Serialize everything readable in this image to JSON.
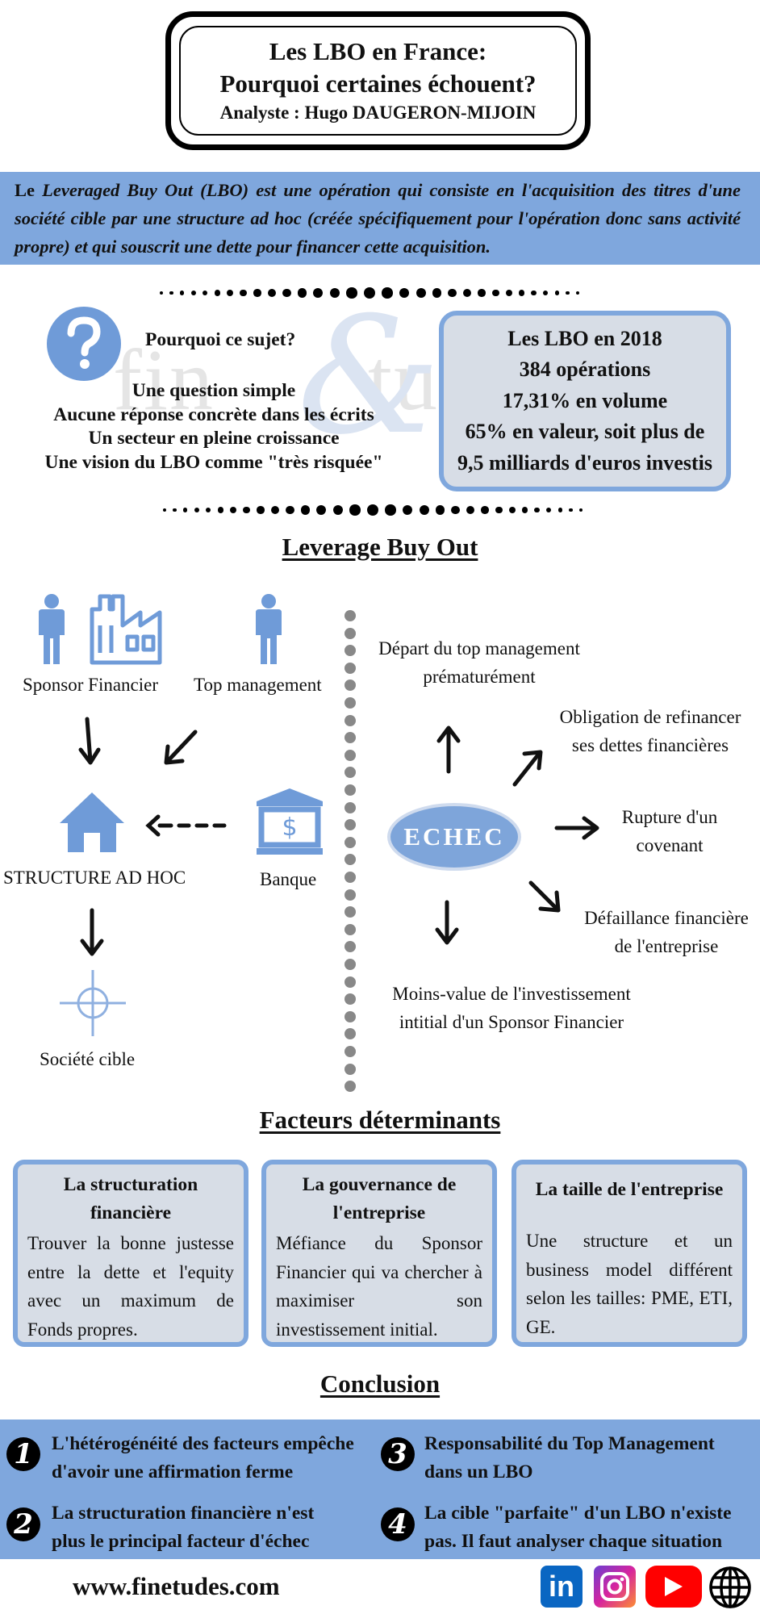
{
  "title": {
    "line1": "Les LBO en France:",
    "line2": "Pourquoi certaines échouent?",
    "analyst": "Analyste : Hugo DAUGERON-MIJOIN"
  },
  "definition": {
    "prefix": "Le ",
    "text": "Leveraged Buy Out (LBO) est une opération qui consiste en l'acquisition des titres d'une société cible par une structure ad hoc (créée spécifiquement pour l'opération donc sans activité propre) et qui souscrit une dette pour financer cette acquisition."
  },
  "watermark": {
    "left": "fin",
    "e": "&",
    "right": "tudes"
  },
  "why": {
    "title": "Pourquoi ce sujet?",
    "lines": [
      "Une question simple",
      "Aucune réponse concrète dans les écrits",
      "Un secteur en pleine croissance",
      "Une vision du LBO comme \"très risquée\""
    ]
  },
  "stats": {
    "lines": [
      "Les LBO en 2018",
      "384 opérations",
      "17,31% en volume",
      "65% en valeur, soit plus de",
      "9,5 milliards d'euros investis"
    ]
  },
  "lbo_section": {
    "title": "Leverage Buy Out",
    "sponsor": "Sponsor Financier",
    "top_management": "Top management",
    "structure": "STRUCTURE AD HOC",
    "bank": "Banque",
    "target": "Société cible"
  },
  "failure": {
    "center": "ECHEC",
    "causes": [
      [
        "Départ du top management",
        "prématurément"
      ],
      [
        "Obligation de refinancer",
        "ses dettes financières"
      ],
      [
        "Rupture d'un",
        "covenant"
      ],
      [
        "Défaillance financière",
        "de l'entreprise"
      ],
      [
        "Moins-value de l'investissement",
        "intitial d'un Sponsor Financier"
      ]
    ]
  },
  "factors": {
    "title": "Facteurs déterminants",
    "cards": [
      {
        "title": "La structuration financière",
        "body": "Trouver la bonne justesse entre la dette et l'equity avec un maximum de Fonds propres."
      },
      {
        "title": "La gouvernance de l'entreprise",
        "body": "Méfiance du Sponsor Financier qui va chercher à maximiser son investissement initial."
      },
      {
        "title": "La taille de l'entreprise",
        "body": "Une structure et un business model différent selon les tailles: PME, ETI, GE."
      }
    ]
  },
  "conclusion": {
    "title": "Conclusion",
    "items": [
      {
        "num": "1",
        "line1": "L'hétérogénéité des facteurs empêche",
        "line2": "d'avoir une affirmation ferme"
      },
      {
        "num": "2",
        "line1": "La structuration financière n'est",
        "line2": "plus le principal facteur d'échec"
      },
      {
        "num": "3",
        "line1": "Responsabilité du Top Management",
        "line2": "dans un LBO"
      },
      {
        "num": "4",
        "line1": "La cible \"parfaite\" d'un LBO n'existe",
        "line2": "pas. Il faut analyser chaque situation"
      }
    ]
  },
  "footer": {
    "url": "www.finetudes.com",
    "linkedin": "in",
    "icons": [
      "linkedin-icon",
      "instagram-icon",
      "youtube-icon",
      "globe-icon"
    ]
  },
  "colors": {
    "accent": "#7fa7dd",
    "card_bg": "#d7dde6",
    "echec": "#7ea5da"
  }
}
